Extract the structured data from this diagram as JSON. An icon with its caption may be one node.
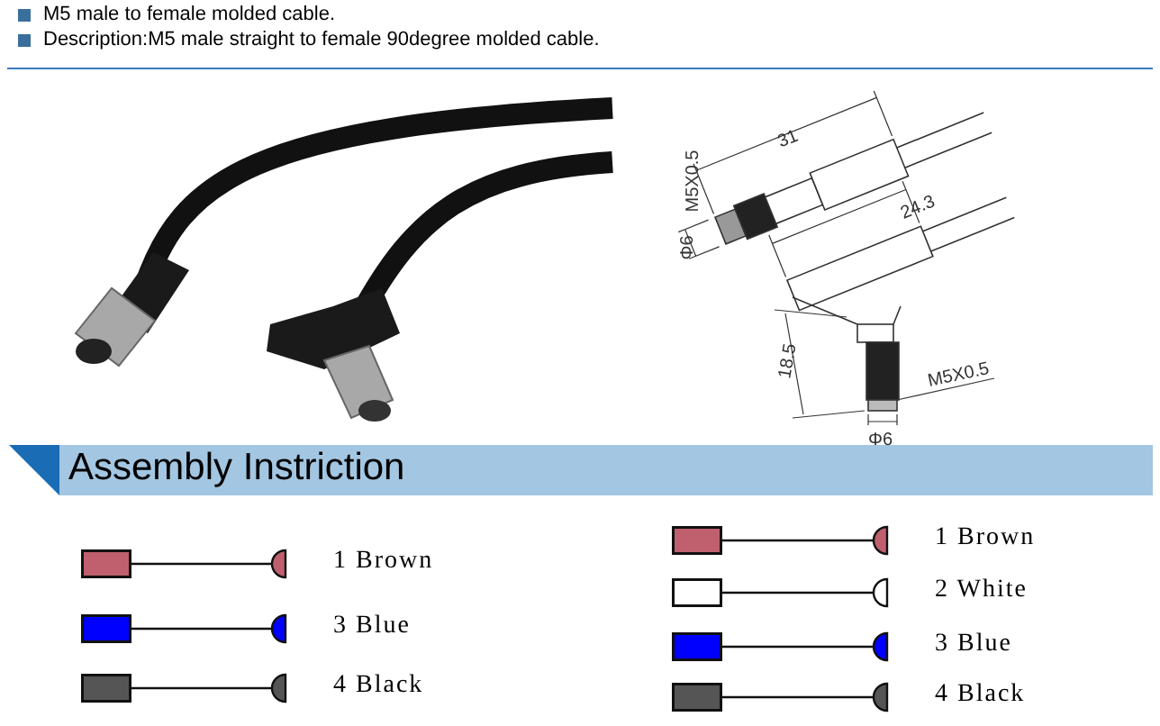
{
  "diagram": {
    "nodes": [
      {
        "text": [],
        "shape": "box"
      },
      {
        "text": [],
        "shape": "semicircle",
        "beside": [
          "1 Brown"
        ]
      },
      {
        "text": [],
        "shape": "box"
      },
      {
        "text": [],
        "shape": "semicircle",
        "beside": [
          "3 Blue"
        ]
      },
      {
        "text": [],
        "shape": "box"
      },
      {
        "text": [],
        "shape": "semicircle",
        "beside": [
          "4 Black"
        ]
      },
      {
        "text": [],
        "shape": "box"
      },
      {
        "text": [],
        "shape": "semicircle",
        "beside": [
          "1 Brown"
        ]
      },
      {
        "text": [],
        "shape": "box"
      },
      {
        "text": [],
        "shape": "semicircle",
        "beside": [
          "2 White"
        ]
      },
      {
        "text": [],
        "shape": "box"
      },
      {
        "text": [],
        "shape": "semicircle",
        "beside": [
          "3 Blue"
        ]
      },
      {
        "text": [],
        "shape": "box"
      },
      {
        "text": [],
        "shape": "semicircle",
        "beside": [
          "4 Black"
        ]
      }
    ],
    "edges": [
      {
        "from": 0,
        "to": 1,
        "arrow": "none"
      },
      {
        "from": 2,
        "to": 3,
        "arrow": "none"
      },
      {
        "from": 4,
        "to": 5,
        "arrow": "none"
      },
      {
        "from": 6,
        "to": 7,
        "arrow": "none"
      },
      {
        "from": 8,
        "to": 9,
        "arrow": "none"
      },
      {
        "from": 10,
        "to": 11,
        "arrow": "none"
      },
      {
        "from": 12,
        "to": 13,
        "arrow": "none"
      }
    ],
    "labels": [
      "M5 male to female molded cable.",
      "Description:M5 male straight to female 90degree molded cable.",
      "31",
      "M5X0.5",
      "Φ6",
      "24.3",
      "18.5",
      "M5X0.5",
      "Φ6",
      "Assembly Instriction"
    ]
  }
}
